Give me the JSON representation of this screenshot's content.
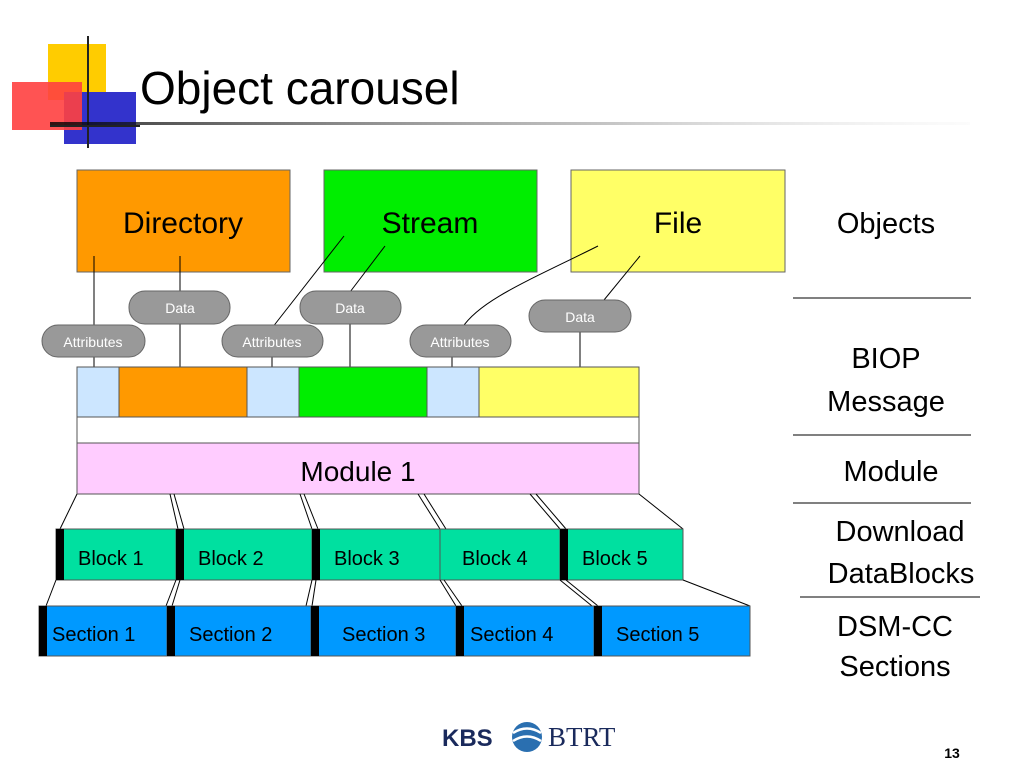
{
  "slide": {
    "title": "Object carousel",
    "page_number": "13",
    "logo": {
      "kbs": "KBS",
      "btrt": "BTRT"
    }
  },
  "objects": [
    {
      "label": "Directory",
      "color": "#FF9900"
    },
    {
      "label": "Stream",
      "color": "#00EE00"
    },
    {
      "label": "File",
      "color": "#FFFF66"
    }
  ],
  "pills": {
    "data_label": "Data",
    "attributes_label": "Attributes"
  },
  "module": {
    "label": "Module 1",
    "color": "#FFCCFF"
  },
  "blocks": [
    "Block 1",
    "Block 2",
    "Block 3",
    "Block 4",
    "Block 5"
  ],
  "sections": [
    "Section 1",
    "Section 2",
    "Section 3",
    "Section 4",
    "Section 5"
  ],
  "colors": {
    "block": "#00E0A0",
    "section": "#0099FF",
    "attr_segment": "#CCE6FF",
    "pill": "#999999"
  },
  "layers": {
    "objects": "Objects",
    "biop_line1": "BIOP",
    "biop_line2": "Message",
    "module": "Module",
    "download_line1": "Download",
    "download_line2": "DataBlocks",
    "dsmcc_line1": "DSM-CC",
    "dsmcc_line2": "Sections"
  }
}
